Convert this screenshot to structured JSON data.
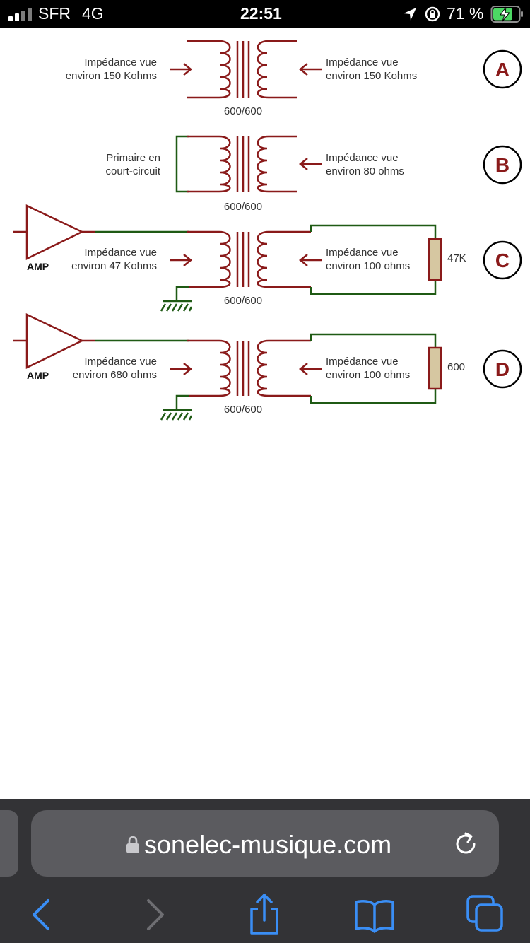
{
  "status_bar": {
    "carrier": "SFR",
    "network": "4G",
    "time": "22:51",
    "battery": "71 %",
    "icons": [
      "signal-icon",
      "location-arrow-icon",
      "orientation-lock-icon",
      "battery-charging-icon"
    ]
  },
  "diagram": {
    "colors": {
      "wire_red": "#8a1a1a",
      "wire_green": "#1f5a14",
      "resistor_fill": "#d6c7a1"
    },
    "A": {
      "badge": "A",
      "left_line1": "Impédance vue",
      "left_line2": "environ 150 Kohms",
      "right_line1": "Impédance vue",
      "right_line2": "environ 150 Kohms",
      "ratio": "600/600"
    },
    "B": {
      "badge": "B",
      "left_line1": "Primaire en",
      "left_line2": "court-circuit",
      "right_line1": "Impédance vue",
      "right_line2": "environ 80 ohms",
      "ratio": "600/600"
    },
    "C": {
      "badge": "C",
      "amp": "AMP",
      "left_line1": "Impédance vue",
      "left_line2": "environ 47 Kohms",
      "right_line1": "Impédance vue",
      "right_line2": "environ 100 ohms",
      "ratio": "600/600",
      "resistor": "47K"
    },
    "D": {
      "badge": "D",
      "amp": "AMP",
      "left_line1": "Impédance vue",
      "left_line2": "environ 680 ohms",
      "right_line1": "Impédance vue",
      "right_line2": "environ 100 ohms",
      "ratio": "600/600",
      "resistor": "600"
    }
  },
  "browser": {
    "url": "sonelec-musique.com",
    "icons": [
      "lock-icon",
      "reload-icon",
      "back-icon",
      "forward-icon",
      "share-icon",
      "bookmarks-icon",
      "tabs-icon"
    ]
  }
}
